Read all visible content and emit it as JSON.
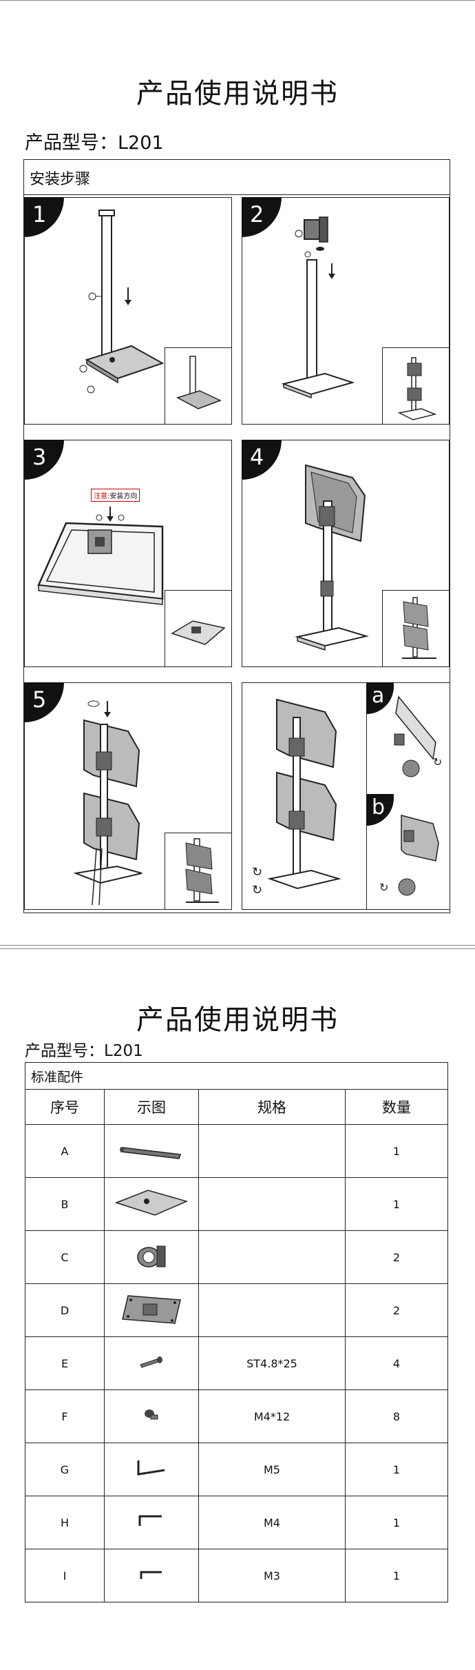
{
  "manual": {
    "title": "产品使用说明书",
    "model": "产品型号：L201"
  },
  "installation": {
    "heading": "安装步骤",
    "steps": [
      {
        "number": "1"
      },
      {
        "number": "2"
      },
      {
        "number": "3",
        "note_prefix": "注意",
        "note_text": ":安装方向"
      },
      {
        "number": "4"
      },
      {
        "number": "5"
      },
      {
        "sub_a": "a",
        "sub_b": "b"
      }
    ]
  },
  "parts": {
    "heading": "标准配件",
    "columns": [
      "序号",
      "示图",
      "规格",
      "数量"
    ],
    "rows": [
      {
        "id": "A",
        "icon": "pole-icon",
        "spec": "",
        "qty": "1"
      },
      {
        "id": "B",
        "icon": "base-plate-icon",
        "spec": "",
        "qty": "1"
      },
      {
        "id": "C",
        "icon": "clamp-icon",
        "spec": "",
        "qty": "2"
      },
      {
        "id": "D",
        "icon": "vesa-plate-icon",
        "spec": "",
        "qty": "2"
      },
      {
        "id": "E",
        "icon": "wood-screw-icon",
        "spec": "ST4.8*25",
        "qty": "4"
      },
      {
        "id": "F",
        "icon": "machine-screw-icon",
        "spec": "M4*12",
        "qty": "8"
      },
      {
        "id": "G",
        "icon": "hex-key-icon",
        "spec": "M5",
        "qty": "1"
      },
      {
        "id": "H",
        "icon": "hex-key-icon",
        "spec": "M4",
        "qty": "1"
      },
      {
        "id": "I",
        "icon": "hex-key-icon",
        "spec": "M3",
        "qty": "1"
      }
    ]
  }
}
